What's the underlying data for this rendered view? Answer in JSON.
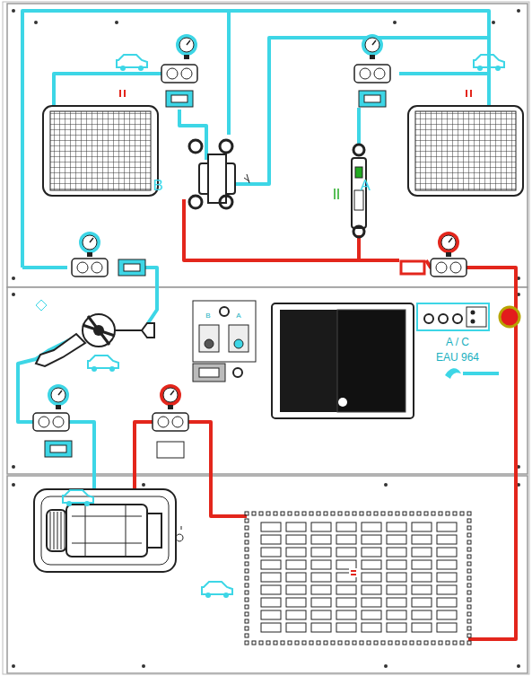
{
  "diagram": {
    "labels": [
      "B",
      "A",
      "B",
      "A",
      "A / C",
      "EAU 964"
    ]
  }
}
